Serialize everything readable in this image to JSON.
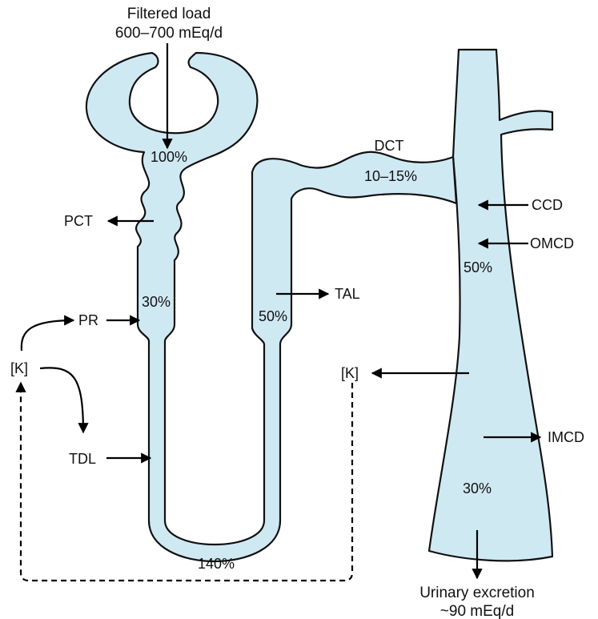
{
  "labels": {
    "filtered_load_line1": "Filtered load",
    "filtered_load_line2": "600–700 mEq/d",
    "urinary_line1": "Urinary excretion",
    "urinary_line2": "~90 mEq/d",
    "pct": "PCT",
    "pr": "PR",
    "k_left": "[K]",
    "tdl": "TDL",
    "tal": "TAL",
    "dct": "DCT",
    "ccd": "CCD",
    "omcd": "OMCD",
    "imcd": "IMCD",
    "k_right": "[K]"
  },
  "percentages": {
    "glomerulus": "100%",
    "proximal": "30%",
    "loop_bend": "140%",
    "tal": "50%",
    "dct": "10–15%",
    "omcd": "50%",
    "imcd": "30%"
  },
  "colors": {
    "tubule_fill": "#cfe9f3",
    "outline": "#111111"
  }
}
